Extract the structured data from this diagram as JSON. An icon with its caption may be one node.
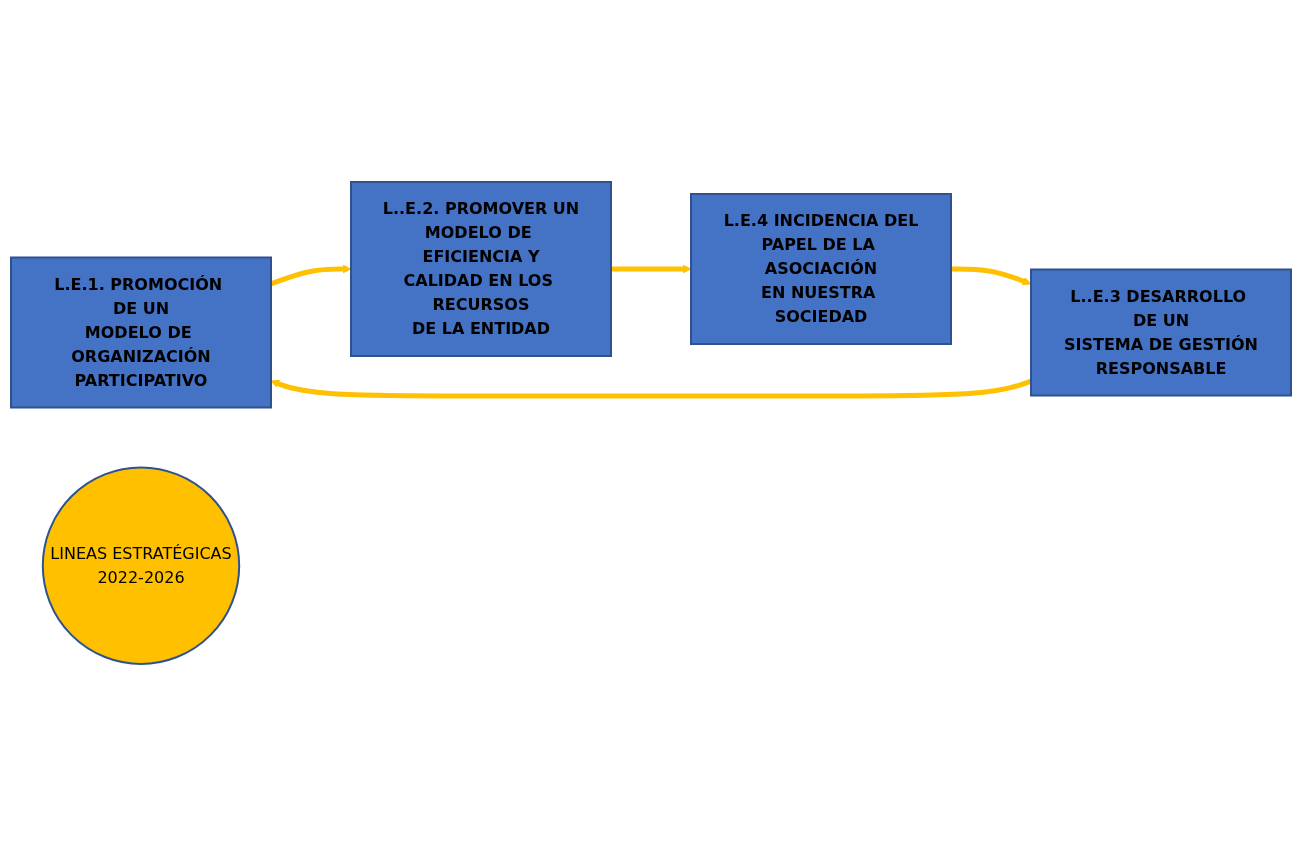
{
  "diagram": {
    "nodes": [
      {
        "text": [
          "L.E.1. PROMOCIÓN DE UN MODELO DE ORGANIZACIÓN PARTICIPATIVO"
        ]
      },
      {
        "text": [
          "L..E.2. PROMOVER UN MODELO DE EFICIENCIA Y CALIDAD EN LOS RECURSOS DE LA ENTIDAD"
        ]
      },
      {
        "text": [
          "LINEAS ESTRATÉGICAS 2022-2026"
        ]
      },
      {
        "text": [
          "L..E.3 DESARROLLO DE UN SISTEMA DE GESTIÓN RESPONSABLE"
        ]
      },
      {
        "text": [
          "L.E.4 INCIDENCIA DEL PAPEL DE LA ASOCIACIÓN EN NUESTRA SOCIEDAD"
        ]
      }
    ],
    "edges": [
      {
        "from": 0,
        "to": 1,
        "arrow": "to"
      },
      {
        "from": 1,
        "to": 4,
        "arrow": "to"
      },
      {
        "from": 4,
        "to": 3,
        "arrow": "to"
      },
      {
        "from": 3,
        "to": 0,
        "arrow": "to"
      }
    ]
  }
}
